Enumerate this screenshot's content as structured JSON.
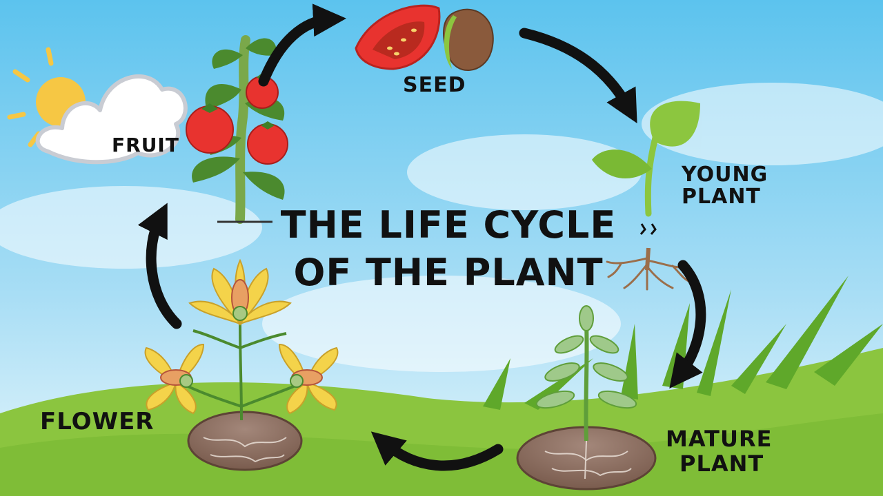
{
  "title": {
    "line1": "THE LIFE CYCLE",
    "line2": "OF THE PLANT"
  },
  "stages": {
    "seed": "SEED",
    "young_plant": {
      "line1": "YOUNG",
      "line2": "PLANT"
    },
    "mature_plant": {
      "line1": "MATURE",
      "line2": "PLANT"
    },
    "flower": "FLOWER",
    "fruit": "FRUIT"
  },
  "colors": {
    "sky_top": "#5cc3ee",
    "sky_bottom": "#d9f2fb",
    "grass": "#8bc53f",
    "grass_dark": "#5fa82a",
    "arrow": "#111111",
    "tomato": "#e8332f",
    "leaf": "#4b8a2e",
    "sprout": "#8cc63f",
    "flower_petal": "#f4d34a",
    "soil": "#8b6b5c",
    "sun": "#f6c744"
  },
  "icons": [
    "sun-icon",
    "cloud-icon",
    "tomato-plant-icon",
    "tomato-slice-icon",
    "seed-icon",
    "sprout-icon",
    "mature-plant-icon",
    "flower-plant-icon",
    "grass-icon",
    "cycle-arrow-icon"
  ]
}
